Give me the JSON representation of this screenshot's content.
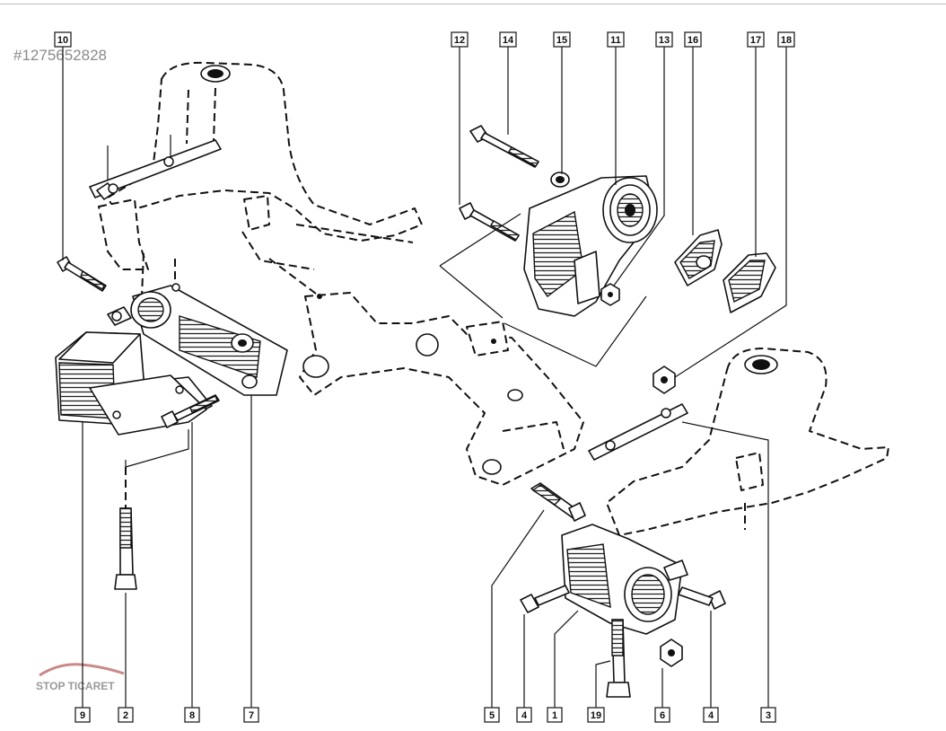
{
  "watermark": {
    "id_text": "#1275652828",
    "logo_text": "STOP TICARET"
  },
  "callouts": [
    {
      "key": "c10",
      "label": "10"
    },
    {
      "key": "c12",
      "label": "12"
    },
    {
      "key": "c14",
      "label": "14"
    },
    {
      "key": "c15",
      "label": "15"
    },
    {
      "key": "c11",
      "label": "11"
    },
    {
      "key": "c13",
      "label": "13"
    },
    {
      "key": "c16",
      "label": "16"
    },
    {
      "key": "c17",
      "label": "17"
    },
    {
      "key": "c18",
      "label": "18"
    },
    {
      "key": "c9",
      "label": "9"
    },
    {
      "key": "c2",
      "label": "2"
    },
    {
      "key": "c8",
      "label": "8"
    },
    {
      "key": "c7",
      "label": "7"
    },
    {
      "key": "c5",
      "label": "5"
    },
    {
      "key": "c4a",
      "label": "4"
    },
    {
      "key": "c1",
      "label": "1"
    },
    {
      "key": "c19",
      "label": "19"
    },
    {
      "key": "c6",
      "label": "6"
    },
    {
      "key": "c4b",
      "label": "4"
    },
    {
      "key": "c3",
      "label": "3"
    }
  ]
}
